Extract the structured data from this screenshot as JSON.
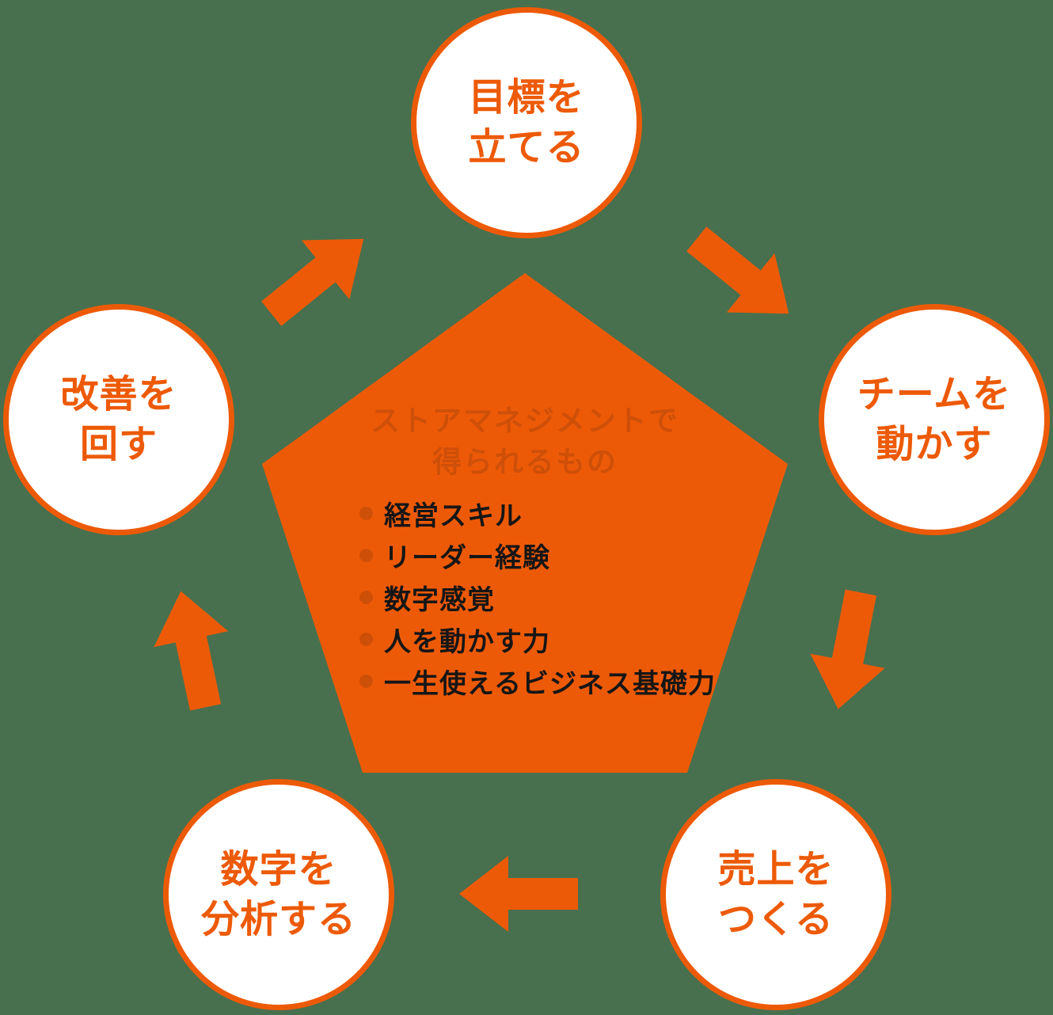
{
  "colors": {
    "background": "#48704E",
    "accent": "#ED5A07",
    "circle_fill": "#FFFFFF",
    "muted_title": "#CE4F08",
    "list_text": "#161616"
  },
  "pentagon": {
    "title_line1": "ストアマネジメントで",
    "title_line2": "得られるもの",
    "benefits": [
      "経営スキル",
      "リーダー経験",
      "数字感覚",
      "人を動かす力",
      "一生使えるビジネス基礎力"
    ]
  },
  "cycle_steps": [
    {
      "position": "top",
      "line1": "目標を",
      "line2": "立てる"
    },
    {
      "position": "right",
      "line1": "チームを",
      "line2": "動かす"
    },
    {
      "position": "bottom-right",
      "line1": "売上を",
      "line2": "つくる"
    },
    {
      "position": "bottom-left",
      "line1": "数字を",
      "line2": "分析する"
    },
    {
      "position": "left",
      "line1": "改善を",
      "line2": "回す"
    }
  ]
}
